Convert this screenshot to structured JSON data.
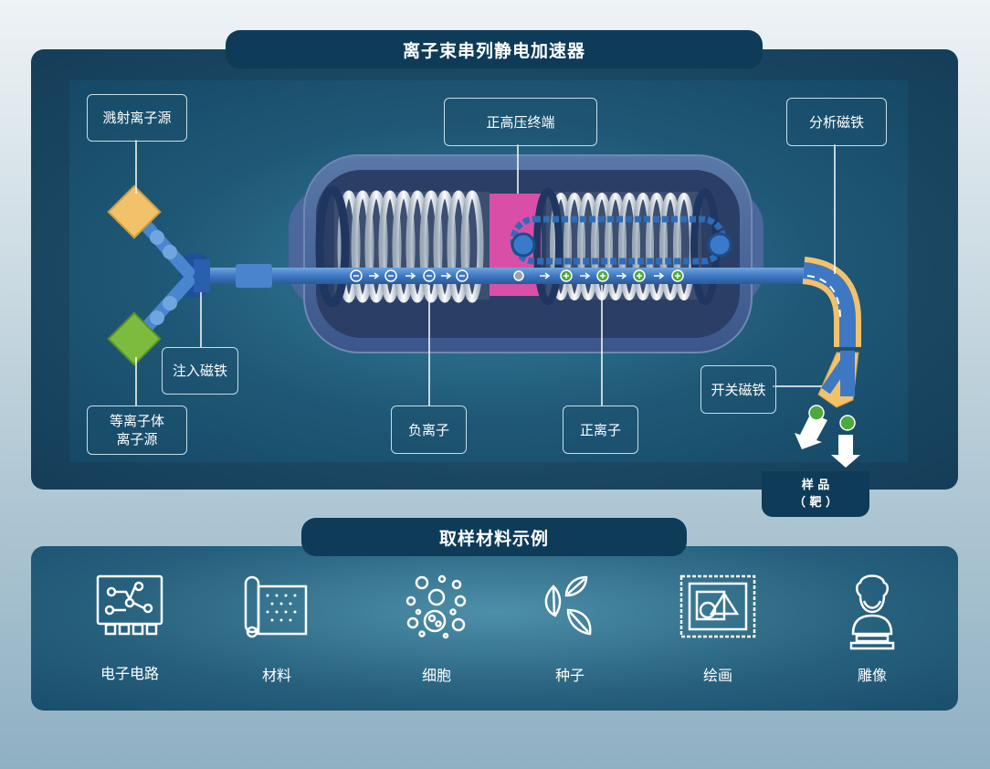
{
  "accelerator": {
    "title": "离子束串列静电加速器",
    "labels": {
      "sputter_source": "溅射离子源",
      "plasma_source_line1": "等离子体",
      "plasma_source_line2": "离子源",
      "injection_magnet": "注入磁铁",
      "hv_terminal": "正高压终端",
      "negative_ion": "负离子",
      "positive_ion": "正离子",
      "analyzing_magnet": "分析磁铁",
      "switching_magnet": "开关磁铁"
    },
    "sample": {
      "line1": "样 品",
      "line2": "（ 靶 ）"
    }
  },
  "examples": {
    "title": "取样材料示例",
    "items": [
      {
        "label": "电子电路",
        "icon": "circuit-board-icon"
      },
      {
        "label": "材料",
        "icon": "material-scroll-icon"
      },
      {
        "label": "细胞",
        "icon": "cells-icon"
      },
      {
        "label": "种子",
        "icon": "seeds-icon"
      },
      {
        "label": "绘画",
        "icon": "painting-icon"
      },
      {
        "label": "雕像",
        "icon": "statue-icon"
      }
    ]
  },
  "colors": {
    "panel_dark": "#0e3b58",
    "source_orange": "#f2c26b",
    "source_green": "#7dbb3f",
    "terminal_magenta": "#d94fa8",
    "beam_blue": "#3f78c2",
    "positive_green": "#4fa83d"
  }
}
